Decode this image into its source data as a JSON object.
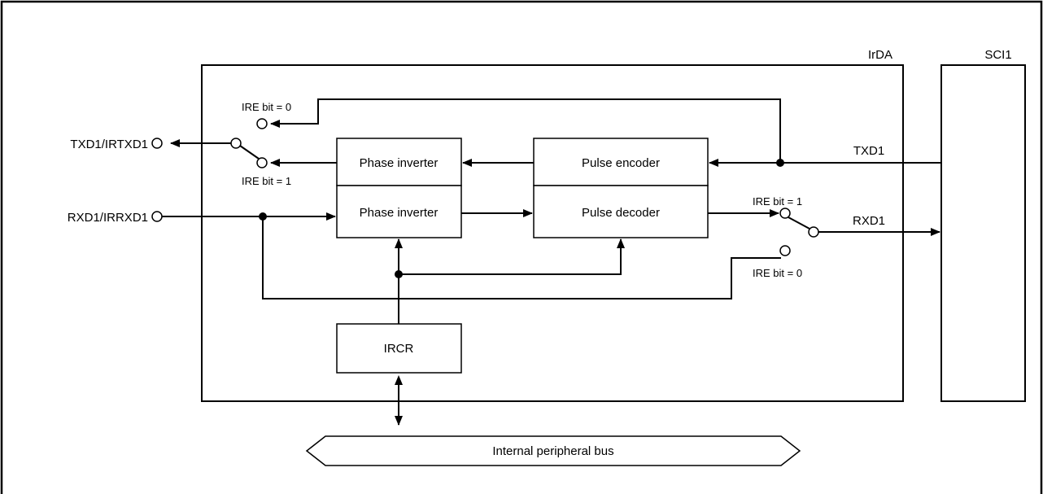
{
  "diagram": {
    "irda_label": "IrDA",
    "sci_label": "SCI1",
    "blocks": {
      "phase_inverter_tx": "Phase inverter",
      "phase_inverter_rx": "Phase inverter",
      "pulse_encoder": "Pulse encoder",
      "pulse_decoder": "Pulse decoder",
      "ircr": "IRCR"
    },
    "pins": {
      "txd_pin": "TXD1/IRTXD1",
      "rxd_pin": "RXD1/IRRXD1"
    },
    "signals": {
      "txd": "TXD1",
      "rxd": "RXD1"
    },
    "switch_labels": {
      "tx_ire0": "IRE bit = 0",
      "tx_ire1": "IRE bit = 1",
      "rx_ire1": "IRE bit = 1",
      "rx_ire0": "IRE bit = 0"
    },
    "bus_label": "Internal peripheral bus"
  }
}
